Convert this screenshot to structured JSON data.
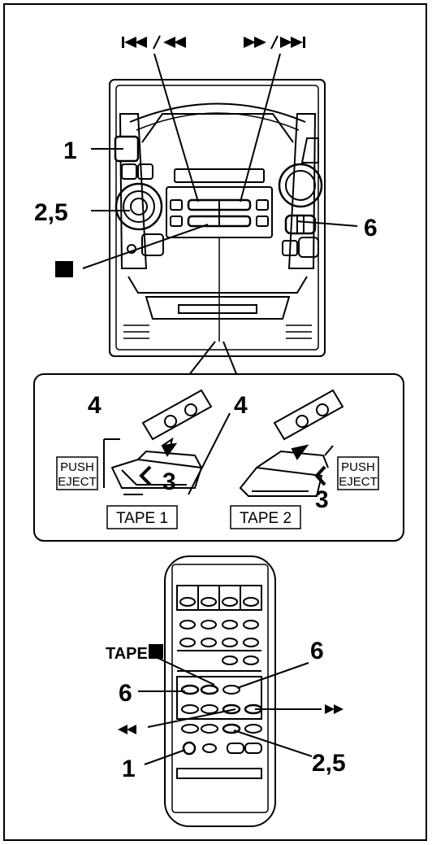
{
  "top_controls": {
    "skip_rew_symbol": "⏮ / ◀◀",
    "ff_skip_symbol": "▶▶ / ⏭"
  },
  "stereo_callouts": {
    "step_1": "1",
    "step_2_5": "2,5",
    "step_6": "6",
    "stop_symbol": "■"
  },
  "inset": {
    "step_4_left": "4",
    "step_4_right": "4",
    "step_3_left": "3",
    "step_3_right": "3",
    "push_eject_left": [
      "PUSH",
      "EJECT"
    ],
    "push_eject_right": [
      "PUSH",
      "EJECT"
    ],
    "tape1_label": "TAPE 1",
    "tape2_label": "TAPE 2"
  },
  "remote_callouts": {
    "tape_stop_label": "TAPE",
    "step_6_left": "6",
    "step_6_right": "6",
    "rew_symbol": "◀◀",
    "ff_symbol": "▶▶",
    "step_1": "1",
    "step_2_5": "2,5"
  }
}
